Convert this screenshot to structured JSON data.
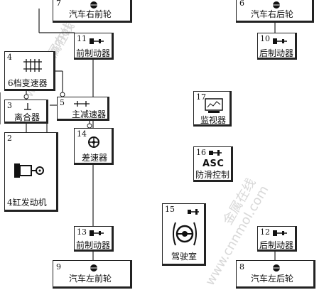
{
  "blocks": [
    {
      "id": "b7",
      "num": "7",
      "label": "汽车右前轮"
    },
    {
      "id": "b6",
      "num": "6",
      "label": "汽车右后轮"
    },
    {
      "id": "b11",
      "num": "11",
      "label": "前制动器"
    },
    {
      "id": "b10",
      "num": "10",
      "label": "后制动器"
    },
    {
      "id": "b4",
      "num": "4",
      "label": "6档变速器"
    },
    {
      "id": "b3",
      "num": "3",
      "label": "离合器"
    },
    {
      "id": "b5",
      "num": "5",
      "label": "主减速器"
    },
    {
      "id": "b17",
      "num": "17",
      "label": "监视器"
    },
    {
      "id": "b2",
      "num": "2",
      "label": "4缸发动机"
    },
    {
      "id": "b14",
      "num": "14",
      "label": "差速器"
    },
    {
      "id": "b16",
      "num": "16",
      "label": "防滑控制",
      "badge": "ASC"
    },
    {
      "id": "b15",
      "num": "15",
      "label": "驾驶室"
    },
    {
      "id": "b13",
      "num": "13",
      "label": "前制动器"
    },
    {
      "id": "b12",
      "num": "12",
      "label": "后制动器"
    },
    {
      "id": "b9",
      "num": "9",
      "label": "汽车左前轮"
    },
    {
      "id": "b8",
      "num": "8",
      "label": "汽车左后轮"
    }
  ],
  "watermark": {
    "cn": "金属在线",
    "url": "www.cnnmol.com"
  }
}
